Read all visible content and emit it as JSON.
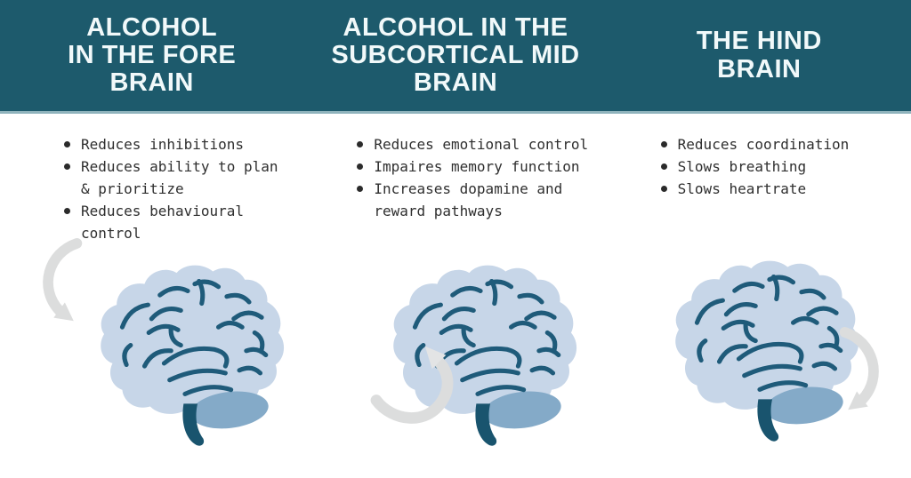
{
  "colors": {
    "header_background": "#1d5a6c",
    "header_divider": "#8fb3bc",
    "title_text": "#f1f9fa",
    "body_text": "#2f2f2f",
    "brain_fill": "#c7d6e8",
    "brain_lines": "#1f5b7a",
    "brain_stem": "#19546e",
    "cerebellum": "#84aac8",
    "arrow_gray": "#dcdddd"
  },
  "columns": [
    {
      "title": "ALCOHOL IN THE FORE BRAIN",
      "title_lines": [
        "ALCOHOL",
        "IN THE FORE",
        "BRAIN"
      ],
      "bullets": [
        "Reduces inhibitions",
        "Reduces ability to plan & prioritize",
        "Reduces behavioural control"
      ],
      "arrow_position": "upper-left pointing at forebrain"
    },
    {
      "title": "ALCOHOL IN THE SUBCORTICAL MID BRAIN",
      "title_lines": [
        "ALCOHOL IN THE",
        "SUBCORTICAL MID",
        "BRAIN"
      ],
      "bullets": [
        "Reduces emotional control",
        "Impaires memory function",
        "Increases dopamine and reward pathways"
      ],
      "arrow_position": "lower-left curling up into midbrain"
    },
    {
      "title": "THE HIND BRAIN",
      "title_lines": [
        "THE HIND",
        "BRAIN"
      ],
      "bullets": [
        "Reduces coordination",
        "Slows breathing",
        "Slows heartrate"
      ],
      "arrow_position": "right side pointing down at hindbrain"
    }
  ]
}
